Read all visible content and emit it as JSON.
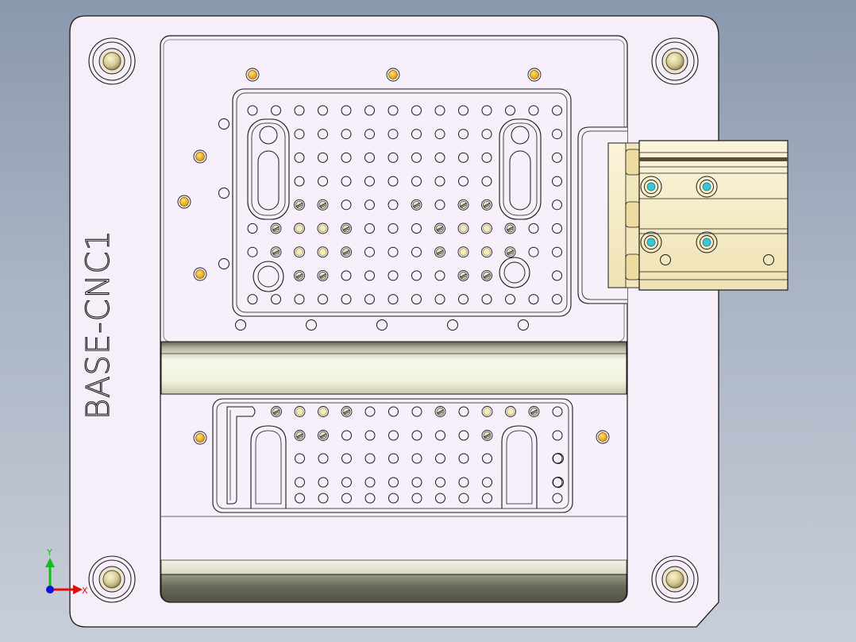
{
  "part": {
    "engraving": "BASE-CNC1"
  },
  "triad": {
    "x_label": "X",
    "y_label": "Y",
    "x_color": "#e01010",
    "y_color": "#10c010",
    "z_color": "#1010e0"
  },
  "colors": {
    "background_top": "#8a98ad",
    "background_bottom": "#c8ced9",
    "plate_fill": "#f6eef8",
    "outline": "#1a1a1a",
    "pin_gold": "#f0b81c",
    "screw_face": "#f4ecb0",
    "cylinder_body": "#f8f0cc",
    "slot_shadow": "#6e6e5e",
    "port_cyan": "#38c8d8"
  },
  "icons": {
    "axis_triad": "xyz-axis-triad-icon"
  }
}
